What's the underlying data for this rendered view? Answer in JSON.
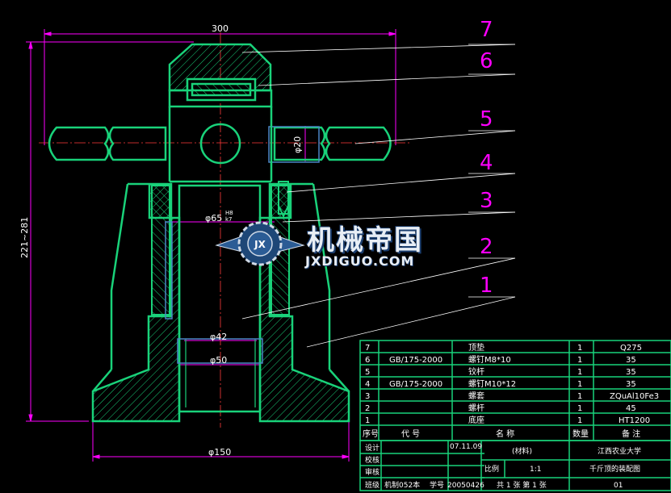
{
  "dimensions": {
    "width_label": "300",
    "height_label": "221~281",
    "phi20": "φ20",
    "fit": "φ65H8/k7",
    "fit_main": "φ65",
    "fit_top": "H8",
    "fit_bot": "k7",
    "phi42": "φ42",
    "phi50": "φ50",
    "phi150": "φ150"
  },
  "balloons": [
    "7",
    "6",
    "5",
    "4",
    "3",
    "2",
    "1"
  ],
  "watermark": {
    "cn": "机械帝国",
    "en": "JXDIGUO.COM",
    "logo_text": "JX"
  },
  "bom": {
    "rows": [
      {
        "no": "7",
        "code": "",
        "name": "顶垫",
        "qty": "1",
        "mat": "Q275",
        "note": ""
      },
      {
        "no": "6",
        "code": "GB/175-2000",
        "name": "螺钉M8*10",
        "qty": "1",
        "mat": "35",
        "note": ""
      },
      {
        "no": "5",
        "code": "",
        "name": "铰杆",
        "qty": "1",
        "mat": "35",
        "note": ""
      },
      {
        "no": "4",
        "code": "GB/175-2000",
        "name": "螺钉M10*12",
        "qty": "1",
        "mat": "35",
        "note": ""
      },
      {
        "no": "3",
        "code": "",
        "name": "螺套",
        "qty": "1",
        "mat": "ZQuAl10Fe3",
        "note": ""
      },
      {
        "no": "2",
        "code": "",
        "name": "螺杆",
        "qty": "1",
        "mat": "45",
        "note": ""
      },
      {
        "no": "1",
        "code": "",
        "name": "底座",
        "qty": "1",
        "mat": "HT1200",
        "note": ""
      }
    ],
    "header": {
      "no": "序号",
      "code": "代  号",
      "name": "名  称",
      "qty": "数量",
      "mat": "",
      "note": "备  注"
    }
  },
  "title_block": {
    "design": "设计",
    "check": "校核",
    "review": "审核",
    "class_label": "班级",
    "class_value": "机制052本",
    "student_id_label": "学号",
    "student_id_value": "20050426",
    "date": "07.11.09",
    "material_placeholder": "(材料)",
    "scale_label": "比例",
    "scale_value": "1:1",
    "sheets": "共 1 张   第 1 张",
    "school": "江西农业大学",
    "drawing_title": "千斤顶的装配图",
    "drawing_no": "01"
  },
  "colors": {
    "part": "#19d27a",
    "hatch": "#19d27a",
    "dim": "#ff00ff",
    "center": "#ff3b3b",
    "text": "#ffffff",
    "highlight": "#4a86c5",
    "balloon": "#ff00ff",
    "table": "#19d27a"
  }
}
